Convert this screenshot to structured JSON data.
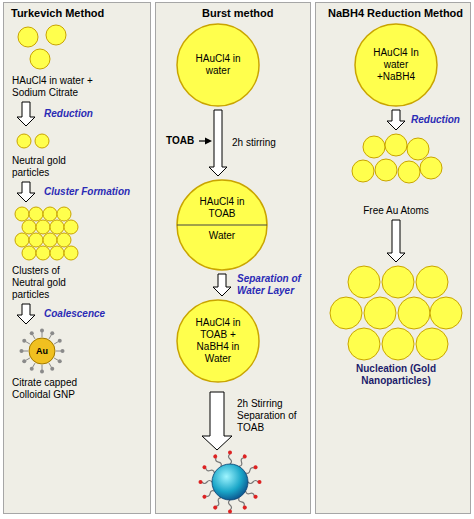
{
  "diagram": {
    "nodes": [
      {
        "text": [
          "Turkevich Method"
        ]
      },
      {
        "text": [
          "HAuCl4 in water + Sodium Citrate"
        ],
        "in": 0
      },
      {
        "text": [
          "Neutral gold particles"
        ],
        "in": 0
      },
      {
        "text": [
          "Clusters of Neutral gold particles"
        ],
        "in": 0
      },
      {
        "text": [
          "Citrate capped Colloidal GNP"
        ],
        "in": 0
      },
      {
        "text": [
          "Burst method"
        ]
      },
      {
        "text": [
          "HAuCl4 in water"
        ],
        "in": 5
      },
      {
        "text": [
          "HAuCl4 in TOAB",
          "Water"
        ],
        "in": 5
      },
      {
        "text": [
          "HAuCl4 in TOAB + NaBH4 in Water"
        ],
        "in": 5
      },
      {
        "text": [
          "NaBH4 Reduction Method"
        ]
      },
      {
        "text": [
          "HAuCl4 In water +NaBH4"
        ],
        "in": 9
      },
      {
        "text": [
          "Free Au Atoms"
        ],
        "in": 9
      },
      {
        "text": [
          "Nucleation (Gold Nanoparticles)"
        ],
        "in": 9
      }
    ],
    "edges": [
      {
        "from": 1,
        "to": 2,
        "arrow": "to",
        "label": "Reduction"
      },
      {
        "from": 2,
        "to": 3,
        "arrow": "to",
        "label": "Cluster Formation"
      },
      {
        "from": 3,
        "to": 4,
        "arrow": "to",
        "label": "Coalescence"
      },
      {
        "from": 6,
        "to": 7,
        "arrow": "to",
        "label": "2h stirring"
      },
      {
        "from": 7,
        "to": 8,
        "arrow": "to",
        "label": "Separation of Water Layer"
      },
      {
        "from": 10,
        "to": 11,
        "arrow": "to",
        "label": "Reduction"
      },
      {
        "from": 11,
        "to": 12,
        "arrow": "to"
      }
    ],
    "labels": [
      "Au",
      "TOAB",
      "2h Stirring Separation of TOAB"
    ]
  }
}
